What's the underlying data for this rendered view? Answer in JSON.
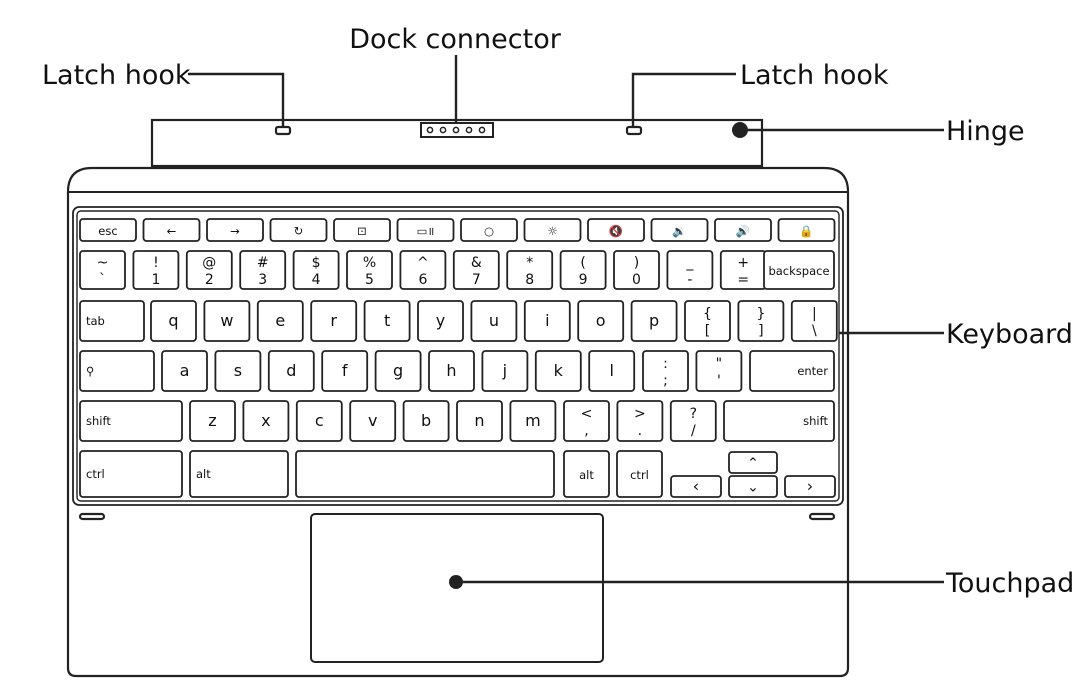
{
  "labels": {
    "dock_connector": "Dock connector",
    "latch_hook_left": "Latch hook",
    "latch_hook_right": "Latch hook",
    "hinge": "Hinge",
    "keyboard": "Keyboard",
    "touchpad": "Touchpad"
  },
  "keys": {
    "fn": [
      "esc",
      "←",
      "→",
      "↻",
      "⊡",
      "▭॥",
      "○",
      "☼",
      "🔇",
      "🔉",
      "🔊",
      "🔒"
    ],
    "num": [
      {
        "t": "~",
        "b": "`"
      },
      {
        "t": "!",
        "b": "1"
      },
      {
        "t": "@",
        "b": "2"
      },
      {
        "t": "#",
        "b": "3"
      },
      {
        "t": "$",
        "b": "4"
      },
      {
        "t": "%",
        "b": "5"
      },
      {
        "t": "^",
        "b": "6"
      },
      {
        "t": "&",
        "b": "7"
      },
      {
        "t": "*",
        "b": "8"
      },
      {
        "t": "(",
        "b": "9"
      },
      {
        "t": ")",
        "b": "0"
      },
      {
        "t": "_",
        "b": "-"
      },
      {
        "t": "+",
        "b": "="
      }
    ],
    "backspace": "backspace",
    "tab": "tab",
    "qrow": [
      "q",
      "w",
      "e",
      "r",
      "t",
      "y",
      "u",
      "i",
      "o",
      "p"
    ],
    "qrow_sym": [
      {
        "t": "{",
        "b": "["
      },
      {
        "t": "}",
        "b": "]"
      },
      {
        "t": "|",
        "b": "\\"
      }
    ],
    "search": "⚲",
    "arow": [
      "a",
      "s",
      "d",
      "f",
      "g",
      "h",
      "j",
      "k",
      "l"
    ],
    "arow_sym": [
      {
        "t": ":",
        "b": ";"
      },
      {
        "t": "\"",
        "b": "'"
      }
    ],
    "enter": "enter",
    "shift_left": "shift",
    "zrow": [
      "z",
      "x",
      "c",
      "v",
      "b",
      "n",
      "m"
    ],
    "zrow_sym": [
      {
        "t": "<",
        "b": ","
      },
      {
        "t": ">",
        "b": "."
      },
      {
        "t": "?",
        "b": "/"
      }
    ],
    "shift_right": "shift",
    "ctrl_left": "ctrl",
    "alt_left": "alt",
    "alt_right": "alt",
    "ctrl_right": "ctrl",
    "arrows": {
      "up": "⌃",
      "down": "⌄",
      "left": "‹",
      "right": "›"
    }
  }
}
